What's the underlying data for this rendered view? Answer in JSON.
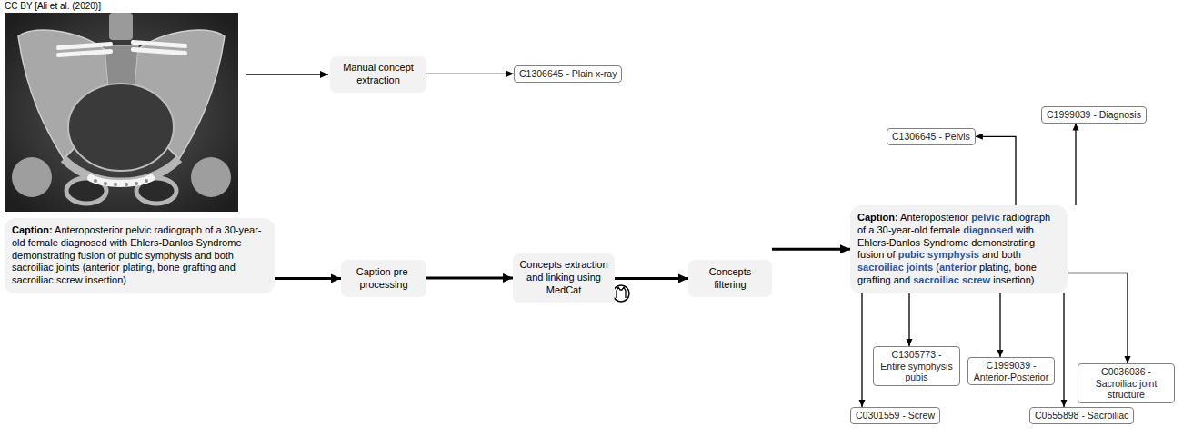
{
  "diagram": {
    "nodes": [
      {
        "text": [
          "Manual concept extraction"
        ]
      },
      {
        "text": [
          "C1306645 - Plain x-ray"
        ]
      },
      {
        "text": [
          "Caption:",
          "Anteroposterior pelvic radiograph of a 30-year-old female diagnosed with Ehlers-Danlos Syndrome demonstrating fusion of pubic symphysis and both sacroiliac joints (anterior plating, bone grafting and sacroiliac screw insertion)"
        ]
      },
      {
        "text": [
          "Caption pre-processing"
        ]
      },
      {
        "text": [
          "Concepts extraction and linking using MedCat"
        ]
      },
      {
        "text": [
          "Concepts filtering"
        ]
      },
      {
        "text": [
          "Caption:",
          "Anteroposterior",
          "pelvic",
          "radiograph of a 30-year-old female",
          "diagnosed",
          "with Ehlers-Danlos Syndrome demonstrating fusion of",
          "pubic symphysis",
          "and both",
          "sacroiliac joints",
          "(",
          "anterior",
          "plating, bone grafting and",
          "sacroiliac screw",
          "insertion)"
        ]
      },
      {
        "text": [
          "C1306645 - Pelvis"
        ]
      },
      {
        "text": [
          "C1999039 - Diagnosis"
        ]
      },
      {
        "text": [
          "C1305773 - Entire symphysis pubis"
        ]
      },
      {
        "text": [
          "C1999039 - Anterior-Posterior"
        ]
      },
      {
        "text": [
          "C0301559 - Screw"
        ]
      },
      {
        "text": [
          "C0555898 - Sacroiliac"
        ]
      },
      {
        "text": [
          "C0036036 - Sacroiliac joint structure"
        ]
      }
    ],
    "edges": [
      {
        "from": 0,
        "to": 1,
        "arrow": "to"
      },
      {
        "from": 2,
        "to": 3,
        "arrow": "to"
      },
      {
        "from": 3,
        "to": 4,
        "arrow": "to"
      },
      {
        "from": 4,
        "to": 5,
        "arrow": "to"
      },
      {
        "from": 5,
        "to": 6,
        "arrow": "to"
      },
      {
        "from": 6,
        "to": 7,
        "arrow": "to"
      },
      {
        "from": 6,
        "to": 8,
        "arrow": "to"
      },
      {
        "from": 6,
        "to": 9,
        "arrow": "to"
      },
      {
        "from": 6,
        "to": 10,
        "arrow": "to"
      },
      {
        "from": 6,
        "to": 11,
        "arrow": "to"
      },
      {
        "from": 6,
        "to": 12,
        "arrow": "to"
      },
      {
        "from": 6,
        "to": 13,
        "arrow": "to"
      }
    ],
    "labels": [
      "CC BY [Ali et al. (2020)]"
    ]
  }
}
